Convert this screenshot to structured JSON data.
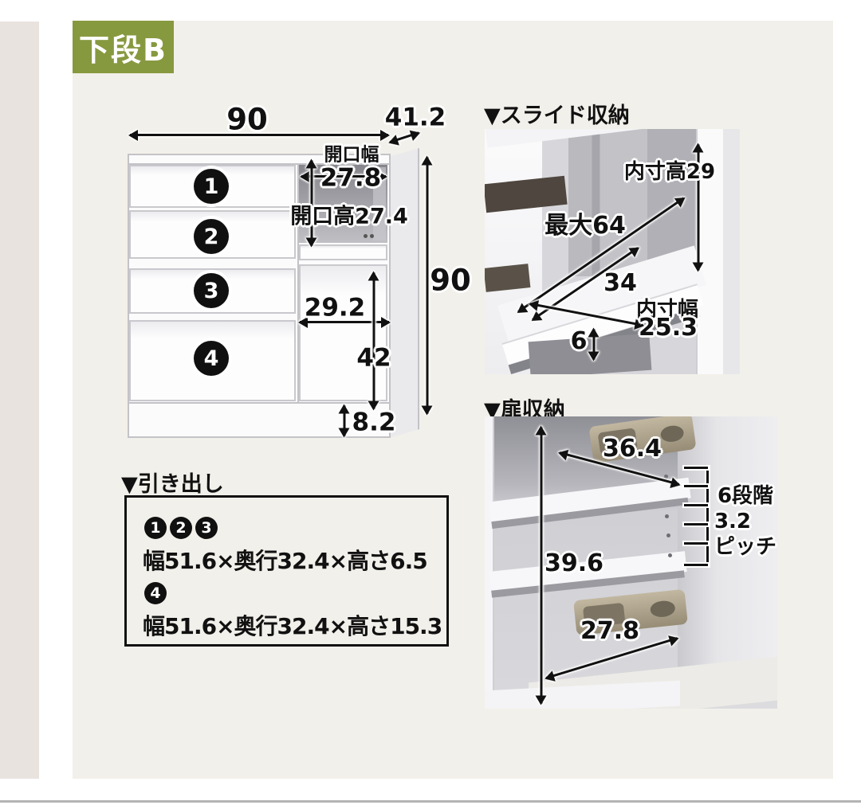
{
  "page": {
    "badge": "下段B",
    "colors": {
      "badge_bg": "#87993f",
      "panel_bg": "#f2f0ea",
      "left_strip": "#e9e3df",
      "bottom_rule": "#b4b4b4"
    }
  },
  "cabinet_diagram": {
    "width": "90",
    "depth": "41.2",
    "height": "90",
    "opening_width_label": "開口幅",
    "opening_width": "27.8",
    "opening_height": "開口高27.4",
    "right_inner_width": "29.2",
    "right_inner_height": "42",
    "base_height": "8.2",
    "drawers": [
      "1",
      "2",
      "3",
      "4"
    ]
  },
  "slide_section": {
    "title": "▼スライド収納",
    "inner_height": "内寸高29",
    "max_extension": "最大64",
    "tray_depth": "34",
    "inner_width_label": "内寸幅",
    "inner_width": "25.3",
    "gap": "6"
  },
  "door_section": {
    "title": "▼扉収納",
    "shelf_width": "36.4",
    "inner_height": "39.6",
    "bottom_width": "27.8",
    "pitch": [
      "6段階",
      "3.2",
      "ピッチ"
    ]
  },
  "drawer_spec": {
    "title": "▼引き出し",
    "rows": [
      {
        "badges": [
          "1",
          "2",
          "3"
        ],
        "spec": "幅51.6×奥行32.4×高さ6.5"
      },
      {
        "badges": [
          "4"
        ],
        "spec": "幅51.6×奥行32.4×高さ15.3"
      }
    ]
  }
}
